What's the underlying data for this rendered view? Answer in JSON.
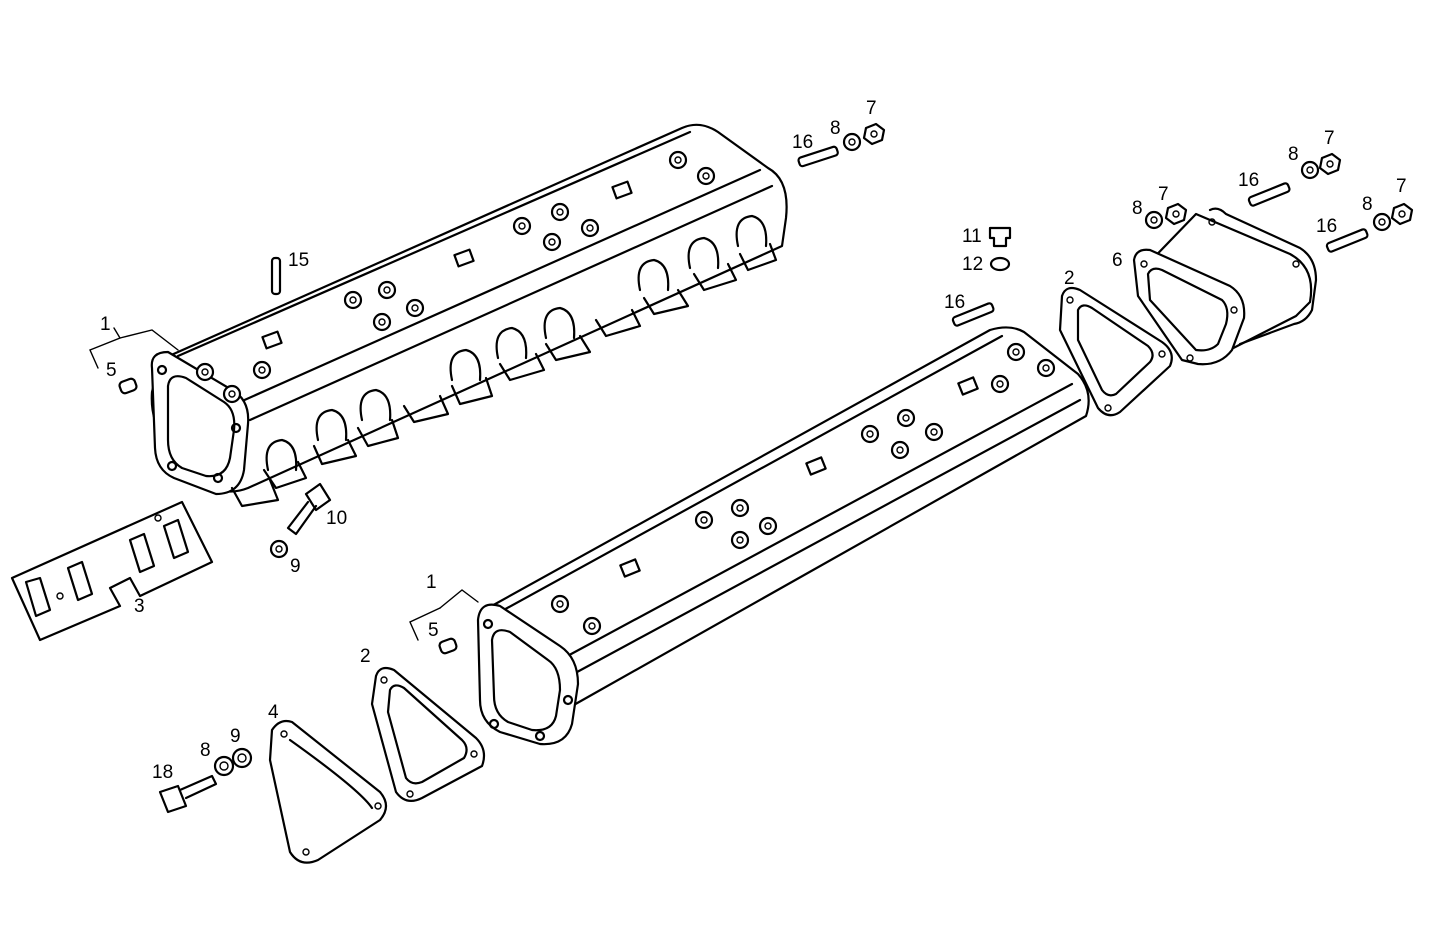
{
  "callouts": {
    "c1a": "1",
    "c5a": "5",
    "c15": "15",
    "c10": "10",
    "c9a": "9",
    "c3": "3",
    "c16a": "16",
    "c8a": "8",
    "c7a": "7",
    "c11": "11",
    "c12": "12",
    "c16b": "16",
    "c2a": "2",
    "c6": "6",
    "c8b": "8",
    "c7b": "7",
    "c16c": "16",
    "c8c": "8",
    "c7c": "7",
    "c16d": "16",
    "c8d": "8",
    "c7d": "7",
    "c1b": "1",
    "c5b": "5",
    "c2b": "2",
    "c4": "4",
    "c18": "18",
    "c8e": "8",
    "c9b": "9"
  }
}
